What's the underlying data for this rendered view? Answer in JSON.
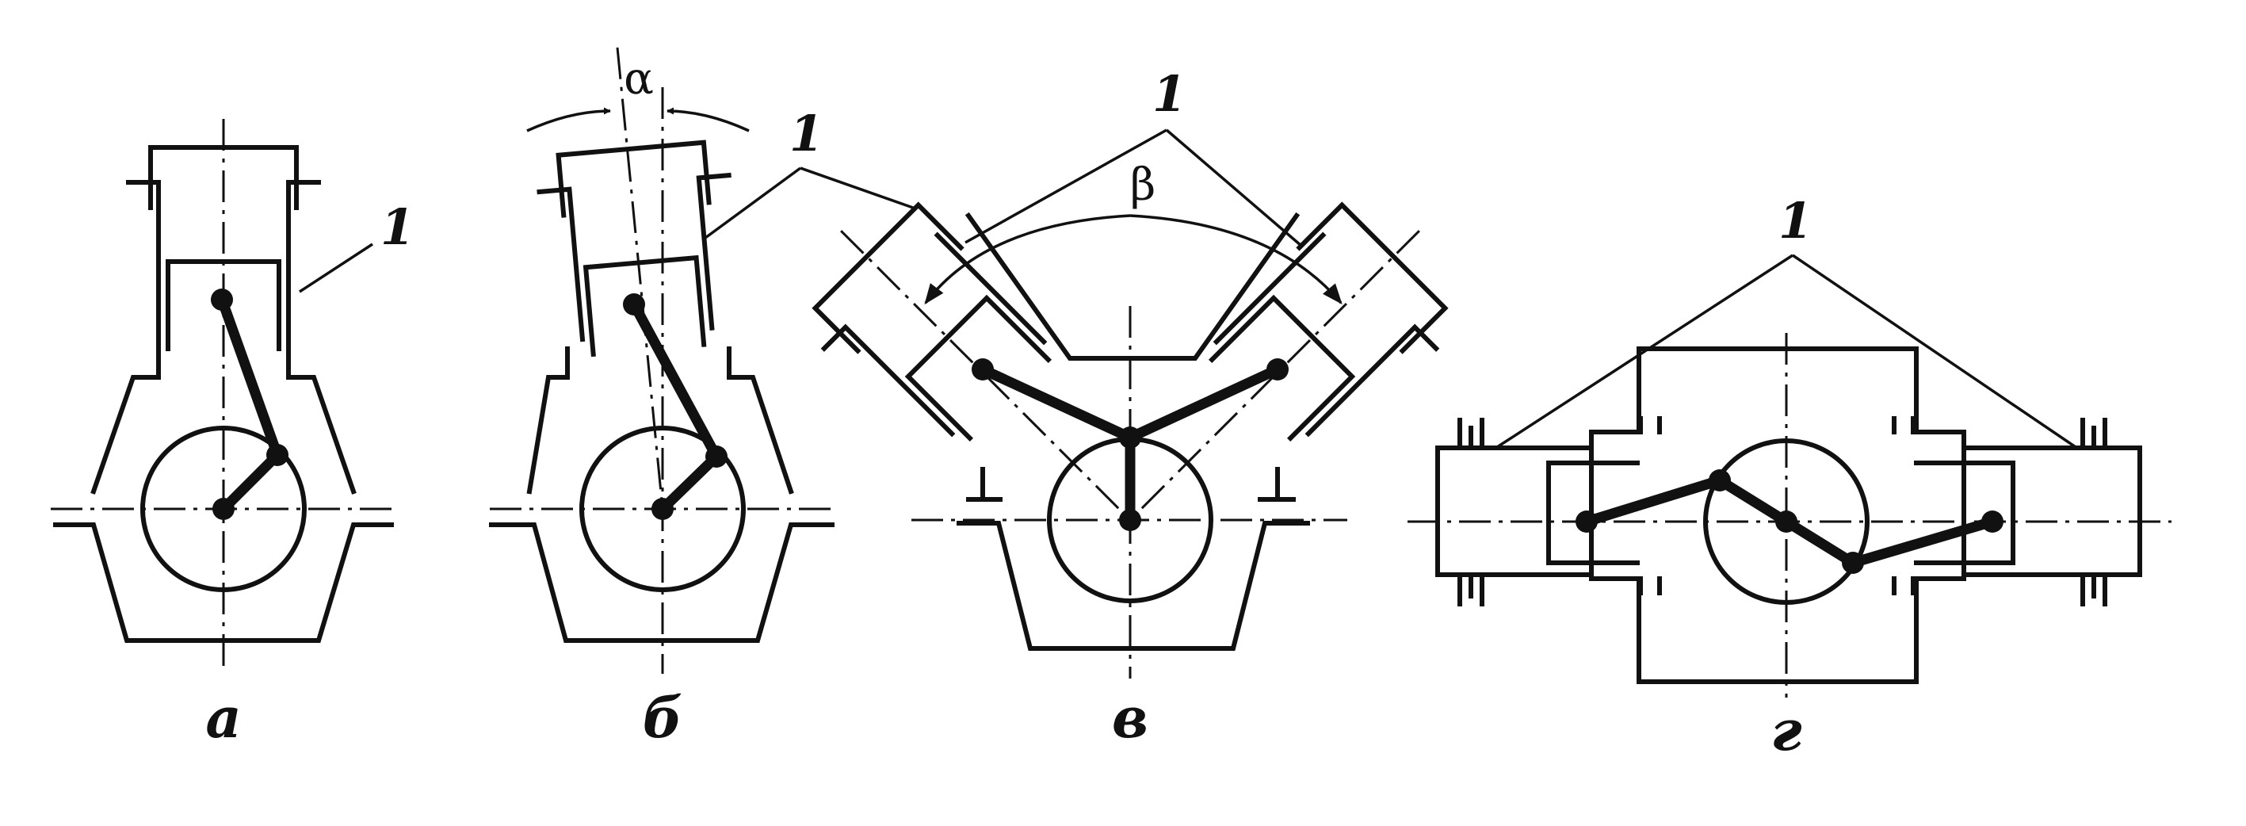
{
  "figure": {
    "panels": [
      {
        "letter": "а",
        "callout": "1"
      },
      {
        "letter": "б",
        "callout": "1",
        "angle": "α"
      },
      {
        "letter": "в",
        "callout": "1",
        "angle": "β"
      },
      {
        "letter": "г",
        "callout": "1"
      }
    ]
  },
  "style": {
    "ink": "#111111",
    "paper": "#ffffff"
  }
}
